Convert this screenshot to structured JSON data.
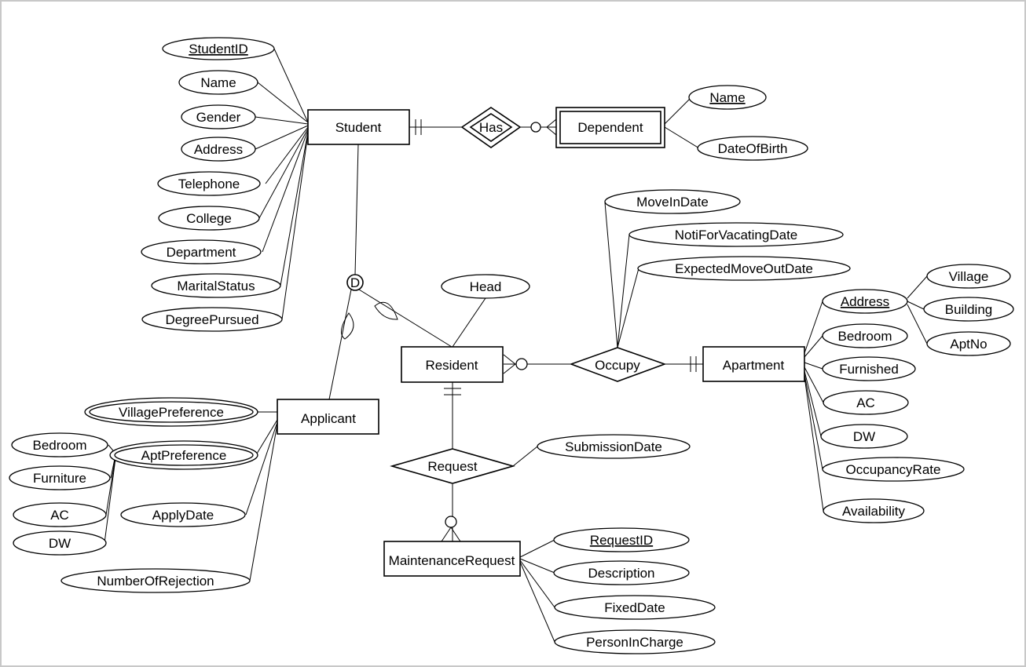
{
  "entities": {
    "student": "Student",
    "dependent": "Dependent",
    "resident": "Resident",
    "applicant": "Applicant",
    "apartment": "Apartment",
    "maintenance_request": "MaintenanceRequest"
  },
  "relationships": {
    "has": "Has",
    "occupy": "Occupy",
    "request": "Request"
  },
  "disjoint_symbol": "D",
  "attributes": {
    "student": [
      "StudentID",
      "Name",
      "Gender",
      "Address",
      "Telephone",
      "College",
      "Department",
      "MaritalStatus",
      "DegreePursued"
    ],
    "dependent": [
      "Name",
      "DateOfBirth"
    ],
    "resident": [
      "Head"
    ],
    "occupy": [
      "MoveInDate",
      "NotiForVacatingDate",
      "ExpectedMoveOutDate"
    ],
    "apartment": [
      "Address",
      "Bedroom",
      "Furnished",
      "AC",
      "DW",
      "OccupancyRate",
      "Availability"
    ],
    "apartment_address": [
      "Village",
      "Building",
      "AptNo"
    ],
    "applicant": [
      "VillagePreference",
      "AptPreference",
      "ApplyDate",
      "NumberOfRejection"
    ],
    "apt_preference": [
      "Bedroom",
      "Furniture",
      "AC",
      "DW"
    ],
    "request": [
      "SubmissionDate"
    ],
    "maintenance_request": [
      "RequestID",
      "Description",
      "FixedDate",
      "PersonInCharge"
    ]
  }
}
